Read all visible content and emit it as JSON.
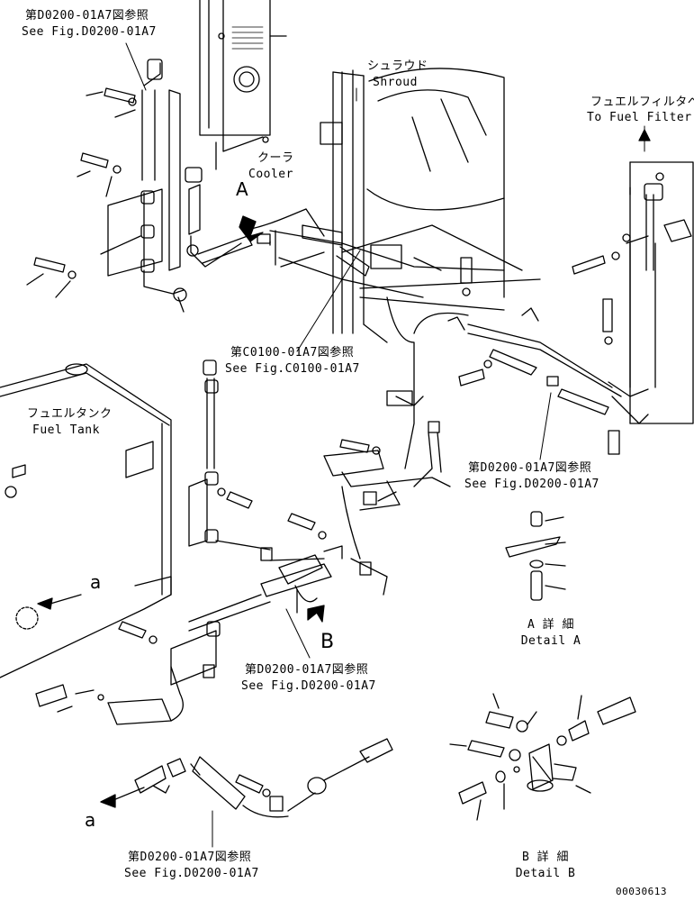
{
  "callouts": {
    "radiator_ref_jp": "第D0200-01A7図参照",
    "radiator_ref_en": "See Fig.D0200-01A7",
    "shroud_jp": "シュラウド",
    "shroud_en": "Shroud",
    "fuel_filter_jp": "フュエルフィルタへ",
    "fuel_filter_en": "To Fuel Filter",
    "cooler_jp": "クーラ",
    "cooler_en": "Cooler",
    "view_a": "A",
    "frame_ref_jp": "第C0100-01A7図参照",
    "frame_ref_en": "See Fig.C0100-01A7",
    "fuel_tank_jp": "フュエルタンク",
    "fuel_tank_en": "Fuel Tank",
    "right_ref_jp": "第D0200-01A7図参照",
    "right_ref_en": "See Fig.D0200-01A7",
    "arrow_a_upper": "a",
    "view_b": "B",
    "mid_ref_jp": "第D0200-01A7図参照",
    "mid_ref_en": "See Fig.D0200-01A7",
    "arrow_a_lower": "a",
    "bottom_ref_jp": "第D0200-01A7図参照",
    "bottom_ref_en": "See Fig.D0200-01A7",
    "detail_a_jp": "A 詳 細",
    "detail_a_en": "Detail A",
    "detail_b_jp": "B 詳 細",
    "detail_b_en": "Detail B",
    "drawing_number": "00030613"
  },
  "colors": {
    "ink": "#000000",
    "paper": "#ffffff"
  }
}
